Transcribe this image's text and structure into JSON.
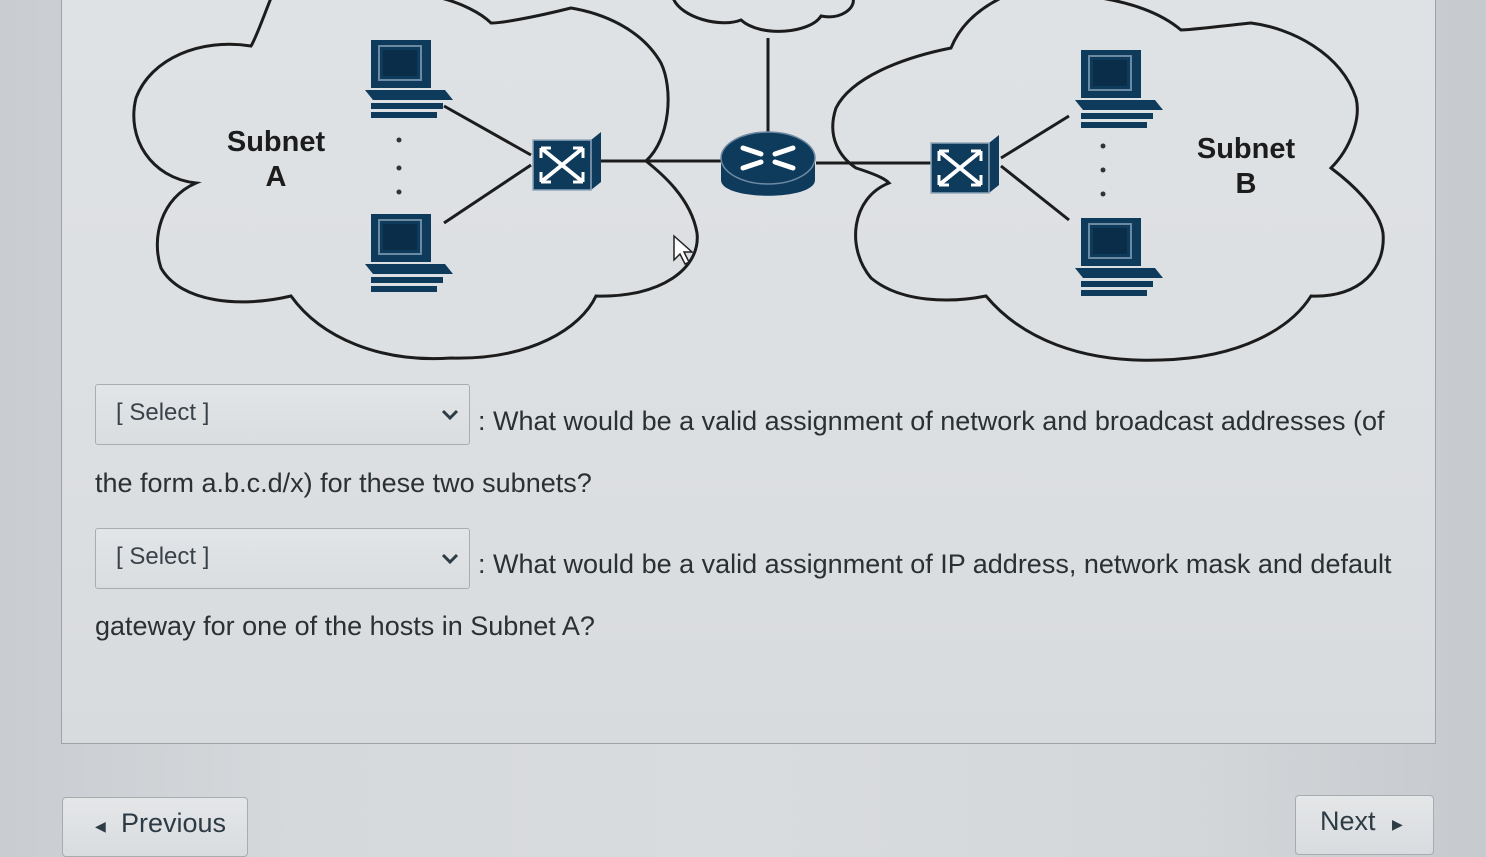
{
  "diagram": {
    "subnet_a_label_line1": "Subnet",
    "subnet_a_label_line2": "A",
    "subnet_b_label_line1": "Subnet",
    "subnet_b_label_line2": "B",
    "device_color": "#0e3a5c"
  },
  "questions": [
    {
      "select_value": "[ Select ]",
      "text_line1": ": What would be a valid assignment of network and broadcast addresses (of",
      "text_line2": "the form a.b.c.d/x) for these two subnets?"
    },
    {
      "select_value": "[ Select ]",
      "text_line1": ": What would be a valid assignment of IP address, network mask and default",
      "text_line2": "gateway for one of the hosts in Subnet A?"
    }
  ],
  "nav": {
    "previous_label": "Previous",
    "next_label": "Next"
  }
}
